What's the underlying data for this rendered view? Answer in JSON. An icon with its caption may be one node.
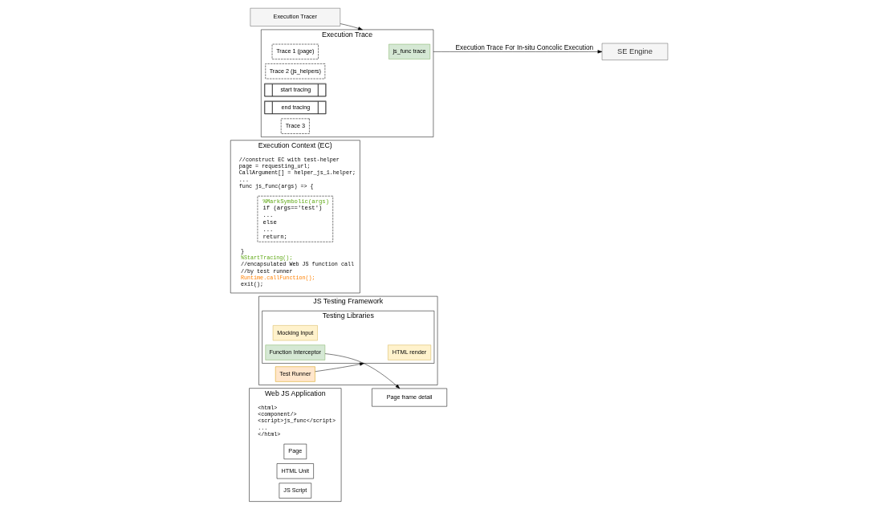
{
  "diagram": {
    "nodes": [
      {
        "text": [
          "Web JS Application",
          "<html>",
          "<component/>",
          "<script>js_func</script>",
          "...",
          "</html>"
        ]
      },
      {
        "text": [
          "Page"
        ],
        "in": 0
      },
      {
        "text": [
          "HTML Unit"
        ],
        "in": 0
      },
      {
        "text": [
          "JS Script"
        ],
        "in": 0
      },
      {
        "text": [
          "JS Testing Framework"
        ]
      },
      {
        "text": [
          "Test Runner"
        ],
        "in": 4
      },
      {
        "text": [
          "Testing Libraries"
        ],
        "in": 4
      },
      {
        "text": [
          "Mocking Input"
        ],
        "in": 6
      },
      {
        "text": [
          "HTML render"
        ],
        "in": 6
      },
      {
        "text": [
          "Function Interceptor"
        ],
        "in": 6
      },
      {
        "text": [
          "Execution Context (EC)",
          "//construct EC with test-helper",
          "page = requesting_url;",
          "CallArgument[] = helper_js_1.helper;",
          "...",
          "func js_func(args) => {"
        ]
      },
      {
        "text": [
          "%MarkSymbolic(args)",
          "if (args=='test')",
          "...",
          "else",
          "...",
          "return;"
        ],
        "in": 10
      },
      {
        "text": [
          "Page frame detail"
        ]
      },
      {
        "text": [
          "Execution Tracer"
        ]
      },
      {
        "text": [
          "SE Engine"
        ]
      },
      {
        "text": [
          "Execution Trace"
        ]
      },
      {
        "text": [
          "Trace 1 (page)"
        ],
        "in": 15
      },
      {
        "text": [
          "Trace 2 (js_helpers)"
        ],
        "in": 15
      },
      {
        "text": [
          "start tracing"
        ],
        "in": 15
      },
      {
        "text": [
          "js_func trace"
        ],
        "in": 15
      },
      {
        "text": [
          "end tracing"
        ],
        "in": 15
      },
      {
        "text": [
          "Trace 3"
        ],
        "in": 15
      }
    ],
    "edges": [
      {
        "from": 5,
        "to": 6,
        "arrow": "to"
      },
      {
        "from": 9,
        "to": 12,
        "arrow": "to"
      },
      {
        "from": 13,
        "to": 15,
        "arrow": "to"
      },
      {
        "from": 15,
        "to": 14,
        "arrow": "to",
        "label": "Execution Trace For In-situ Concolic Execution"
      }
    ],
    "labels": [
      "}",
      "%StartTracing();",
      "//encapsulated Web JS function call",
      "//by test runner",
      "Runtime.callFunction();",
      "exit();"
    ]
  }
}
